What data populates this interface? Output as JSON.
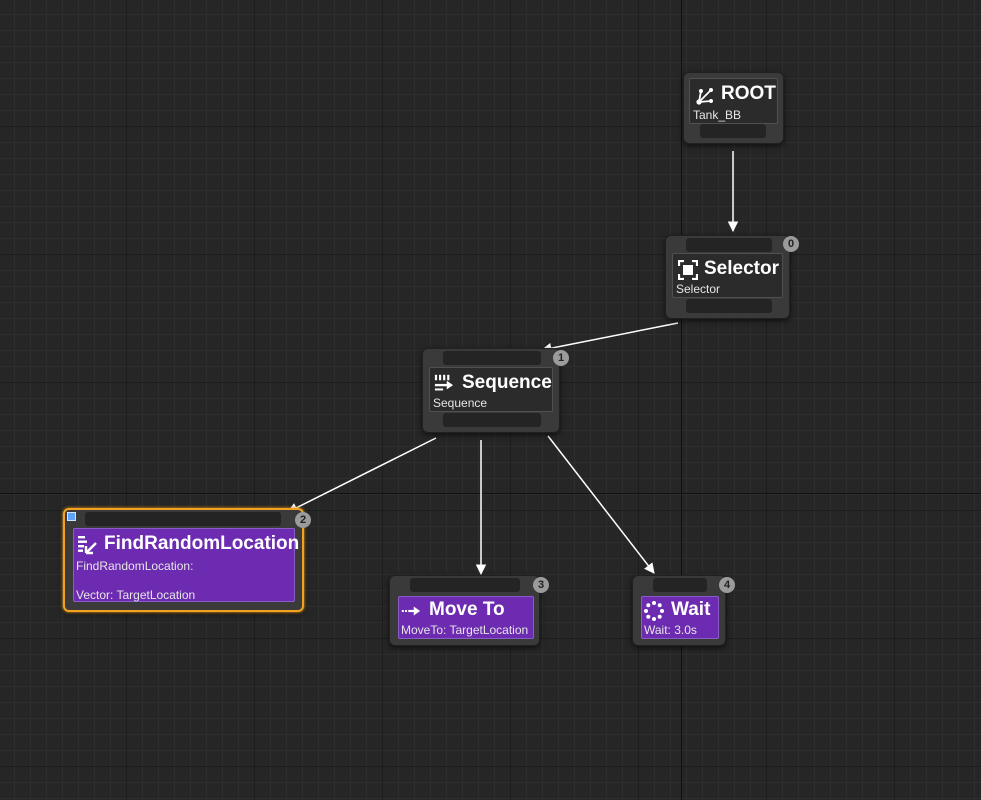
{
  "graph": {
    "root": {
      "title": "ROOT",
      "subtitle": "Tank_BB",
      "icon": "root-icon"
    },
    "selector": {
      "title": "Selector",
      "subtitle": "Selector",
      "order": "0",
      "icon": "selector-icon"
    },
    "sequence": {
      "title": "Sequence",
      "subtitle": "Sequence",
      "order": "1",
      "icon": "sequence-icon"
    },
    "find_random_location": {
      "title": "FindRandomLocation",
      "subtitle_line1": "FindRandomLocation:",
      "subtitle_line2": "Vector: TargetLocation",
      "order": "2",
      "icon": "task-icon",
      "selected": true,
      "accent": "#6c2bb0"
    },
    "move_to": {
      "title": "Move To",
      "subtitle": "MoveTo: TargetLocation",
      "order": "3",
      "icon": "move-to-icon"
    },
    "wait": {
      "title": "Wait",
      "subtitle": "Wait: 3.0s",
      "order": "4",
      "icon": "wait-icon"
    }
  },
  "colors": {
    "background": "#262626",
    "node_frame": "#3a3a3a",
    "task_purple": "#6c2bb0",
    "selection_orange": "#f2a220",
    "wire": "#ffffff"
  }
}
